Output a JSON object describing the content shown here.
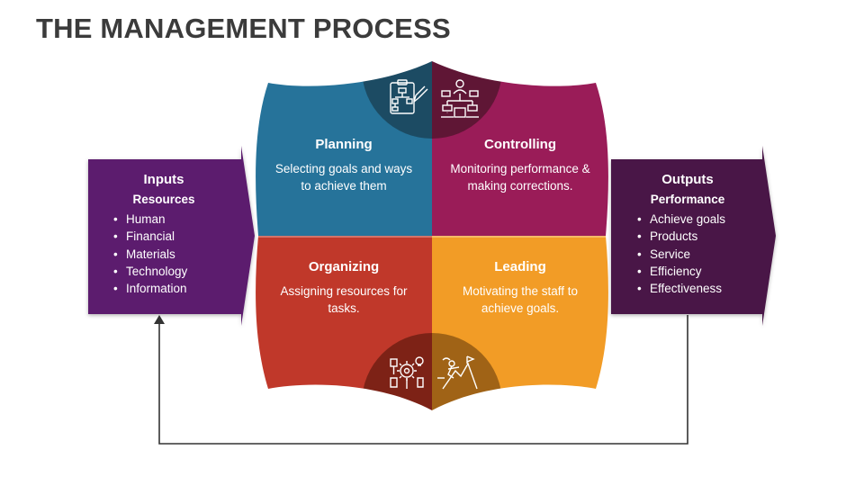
{
  "title": "THE MANAGEMENT PROCESS",
  "colors": {
    "planning": "#26739a",
    "controlling": "#9a1c58",
    "organizing": "#c0392b",
    "leading": "#f29c26",
    "inputs": "#5c1d6e",
    "outputs": "#4a1846",
    "arrow_line": "#333333"
  },
  "inputs": {
    "heading": "Inputs",
    "subheading": "Resources",
    "items": [
      "Human",
      "Financial",
      "Materials",
      "Technology",
      "Information"
    ]
  },
  "outputs": {
    "heading": "Outputs",
    "subheading": "Performance",
    "items": [
      "Achieve goals",
      "Products",
      "Service",
      "Efficiency",
      "Effectiveness"
    ]
  },
  "quadrants": {
    "planning": {
      "heading": "Planning",
      "text": "Selecting goals and ways to achieve them",
      "icon": "org-chart-clipboard-icon"
    },
    "controlling": {
      "heading": "Controlling",
      "text": "Monitoring performance & making corrections.",
      "icon": "hierarchy-people-icon"
    },
    "organizing": {
      "heading": "Organizing",
      "text": "Assigning resources for tasks.",
      "icon": "gear-idea-icon"
    },
    "leading": {
      "heading": "Leading",
      "text": "Motivating the staff to achieve goals.",
      "icon": "climber-flag-icon"
    }
  }
}
